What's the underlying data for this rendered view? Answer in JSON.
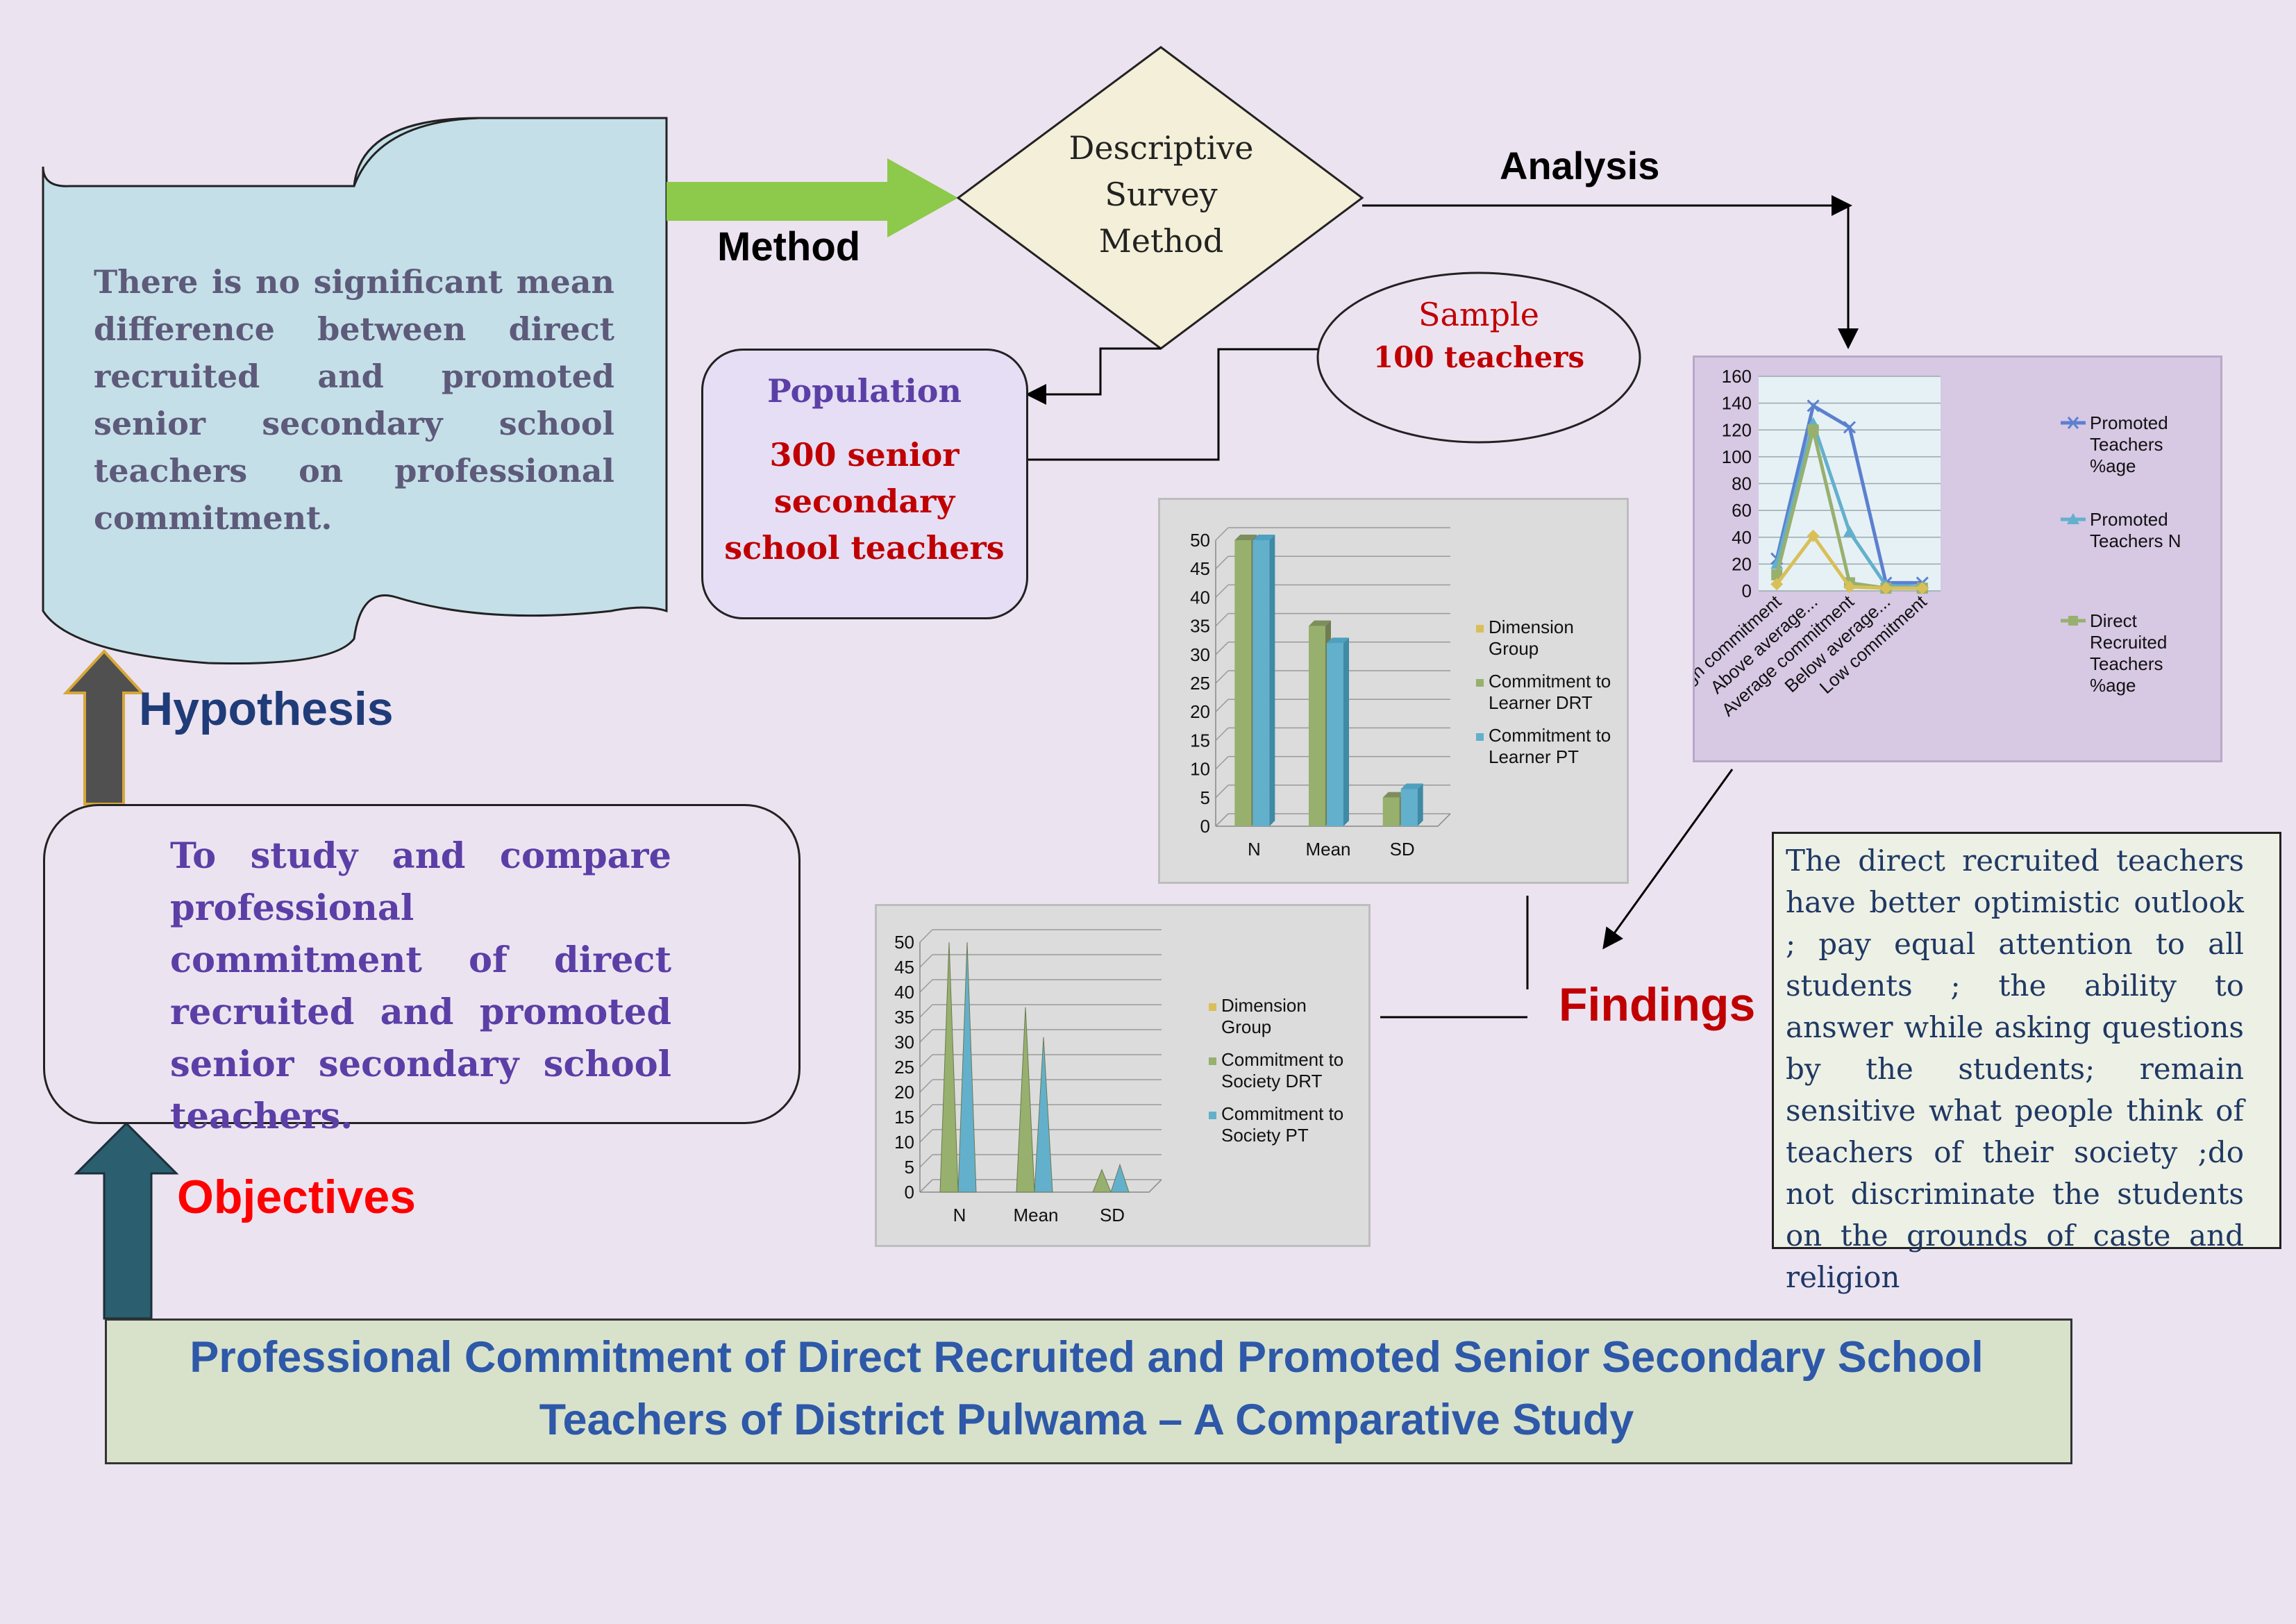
{
  "hypothesis": {
    "label": "Hypothesis",
    "text": "There is no significant mean difference between direct recruited and promoted senior secondary school teachers on professional commitment."
  },
  "objectives": {
    "label": "Objectives",
    "text": "To study and compare professional commitment of direct recruited and promoted senior secondary school teachers."
  },
  "method": {
    "label": "Method",
    "diamond_text": [
      "Descriptive",
      "Survey",
      "Method"
    ]
  },
  "analysis": {
    "label": "Analysis"
  },
  "sample": {
    "title": "Sample",
    "value": "100 teachers"
  },
  "population": {
    "title": "Population",
    "value": [
      "300 senior",
      "secondary",
      "school teachers"
    ]
  },
  "findings": {
    "label": "Findings",
    "text": "The direct recruited teachers have better optimistic outlook ; pay equal attention to all students ; the ability to answer while asking questions by the students; remain sensitive what people think of teachers of their society ;do not discriminate the students on the grounds of caste and religion"
  },
  "title": {
    "line1": "Professional Commitment of Direct Recruited and Promoted Senior Secondary School",
    "line2": "Teachers of District Pulwama – A Comparative Study"
  },
  "colors": {
    "background": "#ece3f1",
    "hypothesis_fill": "#c4dfe8",
    "method_arrow": "#8dc94a",
    "diamond_fill": "#f3efd8",
    "title_text": "#2e58a8",
    "findings_label": "#c00000",
    "objectives_label": "#ff0000",
    "hypothesis_label": "#1f3c78",
    "series_gold": "#d9bf58",
    "series_green": "#97b06e",
    "series_blue": "#63b0cc",
    "series_dark_blue": "#5c80cf"
  },
  "chart_data": [
    {
      "type": "bar",
      "categories": [
        "N",
        "Mean",
        "SD"
      ],
      "series": [
        {
          "name": "Dimension Group",
          "values": [
            0,
            0,
            0
          ]
        },
        {
          "name": "Commitment to Learner DRT",
          "values": [
            50,
            35,
            5
          ]
        },
        {
          "name": "Commitment to Learner PT",
          "values": [
            50,
            32,
            6.5
          ]
        }
      ],
      "ylim": [
        0,
        50
      ],
      "yticks": [
        0,
        5,
        10,
        15,
        20,
        25,
        30,
        35,
        40,
        45,
        50
      ],
      "legend": "right",
      "grid": true
    },
    {
      "type": "bar",
      "categories": [
        "N",
        "Mean",
        "SD"
      ],
      "series": [
        {
          "name": "Dimension Group",
          "values": [
            0,
            0,
            0
          ]
        },
        {
          "name": "Commitment to Society  DRT",
          "values": [
            50,
            37,
            4.5
          ]
        },
        {
          "name": "Commitment to Society  PT",
          "values": [
            50,
            31,
            5.5
          ]
        }
      ],
      "ylim": [
        0,
        50
      ],
      "yticks": [
        0,
        5,
        10,
        15,
        20,
        25,
        30,
        35,
        40,
        45,
        50
      ],
      "legend": "right",
      "grid": true
    },
    {
      "type": "line",
      "categories": [
        "High commitment",
        "Above average...",
        "Average commitment",
        "Below average...",
        "Low commitment"
      ],
      "series": [
        {
          "name": "Promoted Teachers %age",
          "values": [
            24,
            138,
            122,
            6,
            6
          ]
        },
        {
          "name": "Promoted Teachers  N",
          "values": [
            20,
            125,
            44,
            4,
            3
          ]
        },
        {
          "name": "Direct Recruited Teachers %age",
          "values": [
            12,
            120,
            6,
            2,
            2
          ]
        },
        {
          "name": "",
          "values": [
            5,
            41,
            3,
            2,
            2
          ]
        }
      ],
      "ylim": [
        0,
        160
      ],
      "yticks": [
        0,
        20,
        40,
        60,
        80,
        100,
        120,
        140,
        160
      ],
      "legend": "right",
      "grid": true
    }
  ]
}
